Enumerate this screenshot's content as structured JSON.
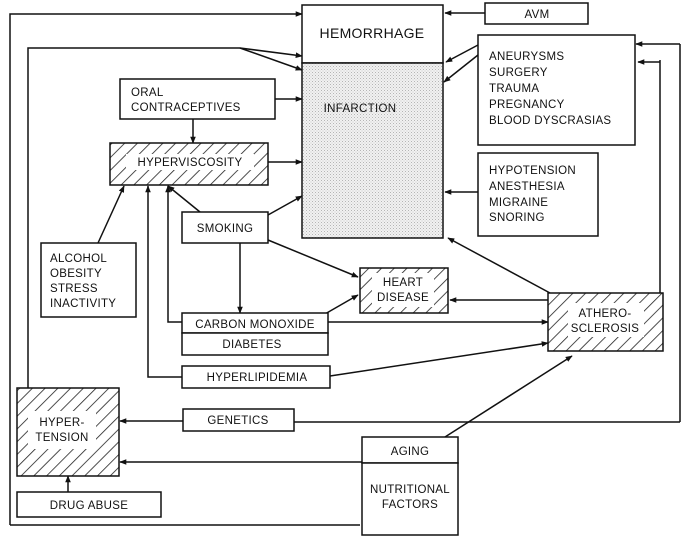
{
  "boxes": {
    "hemorrhage": "HEMORRHAGE",
    "infarction": "INFARCTION",
    "avm": "AVM",
    "aneurysms": [
      "ANEURYSMS",
      "SURGERY",
      "TRAUMA",
      "PREGNANCY",
      "BLOOD DYSCRASIAS"
    ],
    "oral_contraceptives": [
      "ORAL",
      "CONTRACEPTIVES"
    ],
    "hyperviscosity": "HYPERVISCOSITY",
    "hypotension": [
      "HYPOTENSION",
      "ANESTHESIA",
      "MIGRAINE",
      "SNORING"
    ],
    "smoking": "SMOKING",
    "alcohol": [
      "ALCOHOL",
      "OBESITY",
      "STRESS",
      "INACTIVITY"
    ],
    "heart_disease": [
      "HEART",
      "DISEASE"
    ],
    "carbon_monoxide": "CARBON MONOXIDE",
    "diabetes": "DIABETES",
    "atherosclerosis": [
      "ATHERO-",
      "SCLEROSIS"
    ],
    "hyperlipidemia": "HYPERLIPIDEMIA",
    "hypertension": [
      "HYPER-",
      "TENSION"
    ],
    "genetics": "GENETICS",
    "aging": "AGING",
    "nutritional": [
      "NUTRITIONAL",
      "FACTORS"
    ],
    "drug_abuse": "DRUG ABUSE"
  }
}
